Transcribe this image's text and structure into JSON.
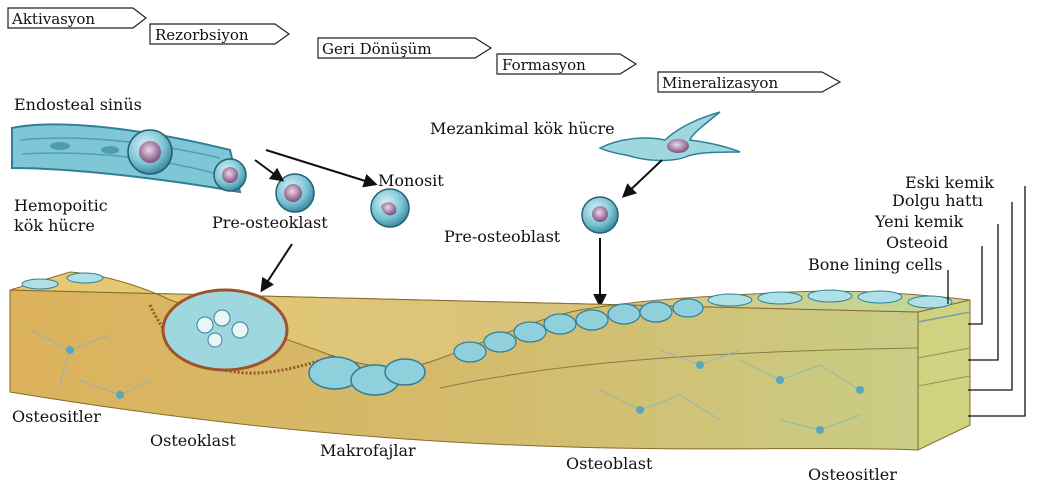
{
  "phases": [
    "Aktivasyon",
    "Rezorbsiyon",
    "Geri Dönüşüm",
    "Formasyon",
    "Mineralizasyon"
  ],
  "labels": {
    "endosteal_sinus": "Endosteal sinüs",
    "hemopoitic": "Hemopoitic\nkök hücre",
    "pre_osteoklast": "Pre-osteoklast",
    "monosit": "Monosit",
    "mezankimal": "Mezankimal kök hücre",
    "pre_osteoblast": "Pre-osteoblast",
    "osteositler_left": "Osteositler",
    "osteoklast": "Osteoklast",
    "makrofajlar": "Makrofajlar",
    "osteoblast": "Osteoblast",
    "osteositler_right": "Osteositler"
  },
  "layers": [
    "Eski kemik",
    "Dolgu hattı",
    "Yeni kemik",
    "Osteoid",
    "Bone lining cells"
  ],
  "colors": {
    "bone_top": "#e6c46a",
    "bone_front": "#d9a94f",
    "new_bone": "#c9d98a",
    "osteoid": "#b7dcc7",
    "cell": "#8fd0dc",
    "cell_dark": "#3c7f9a",
    "osteoclast_rim": "#a0522d"
  }
}
